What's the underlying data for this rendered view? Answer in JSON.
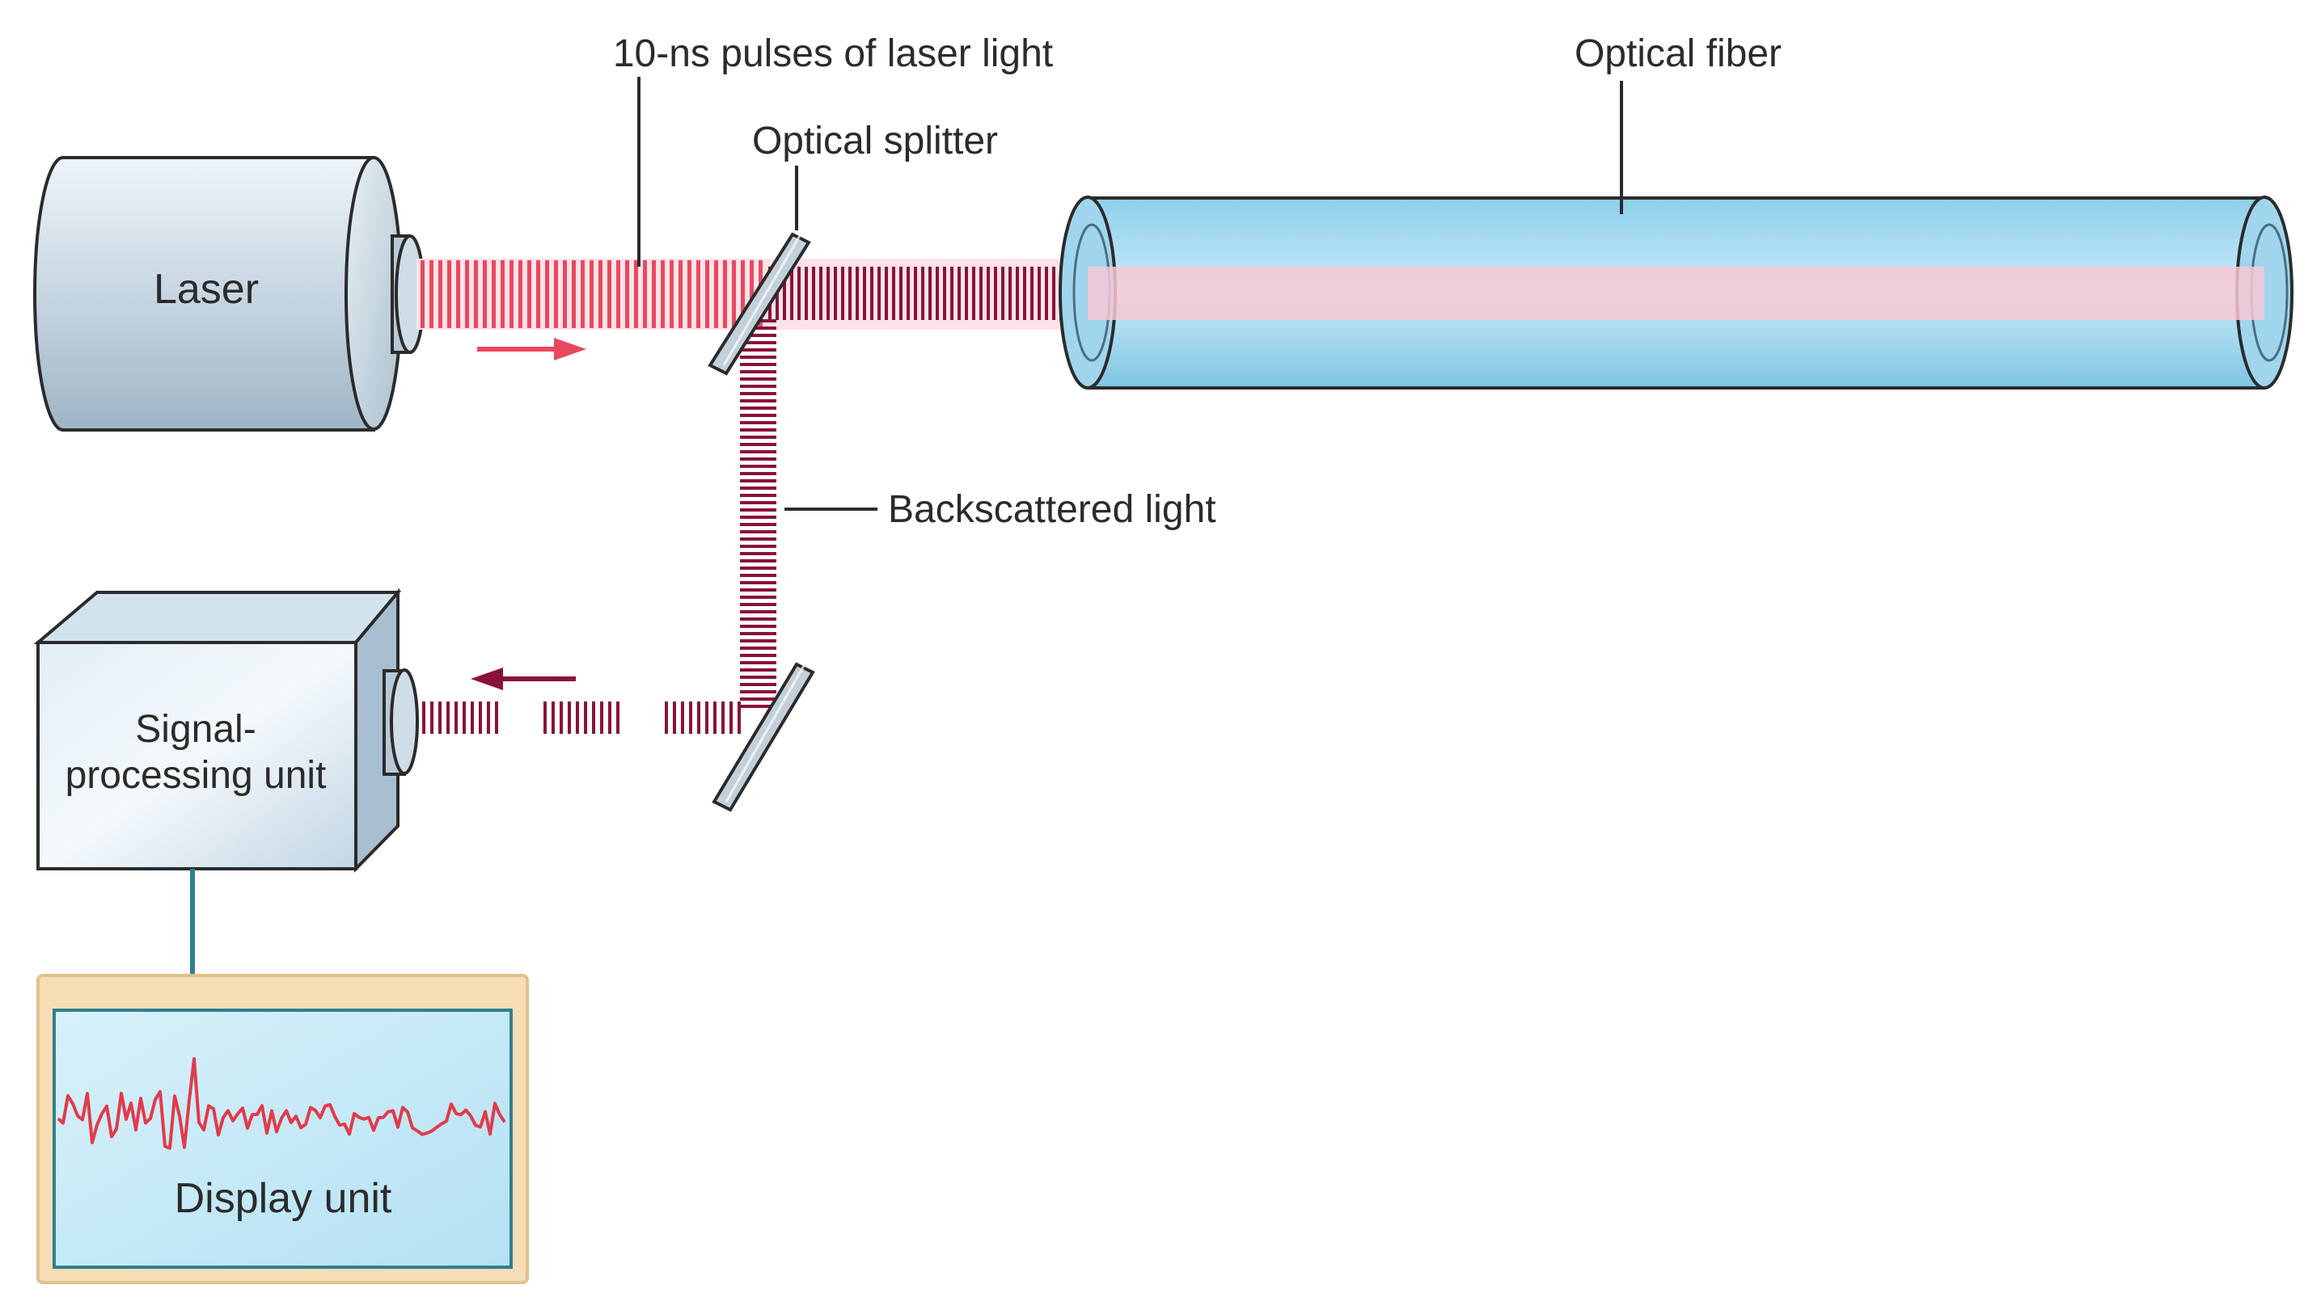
{
  "labels": {
    "laser": "Laser",
    "pulses": "10-ns pulses of laser light",
    "optical_splitter": "Optical splitter",
    "optical_fiber": "Optical fiber",
    "backscattered": "Backscattered light",
    "signal_line1": "Signal-",
    "signal_line2": "processing unit",
    "display": "Display unit"
  },
  "colors": {
    "pulse_light": "#e8495f",
    "pulse_dark": "#8a1238",
    "fiber": "#a9dcf2",
    "laser_body": "#c7d7e3",
    "display_frame": "#f6ddb6",
    "display_screen": "#c4e8f5",
    "trace": "#e23a4a",
    "cable": "#2f7f8e"
  }
}
